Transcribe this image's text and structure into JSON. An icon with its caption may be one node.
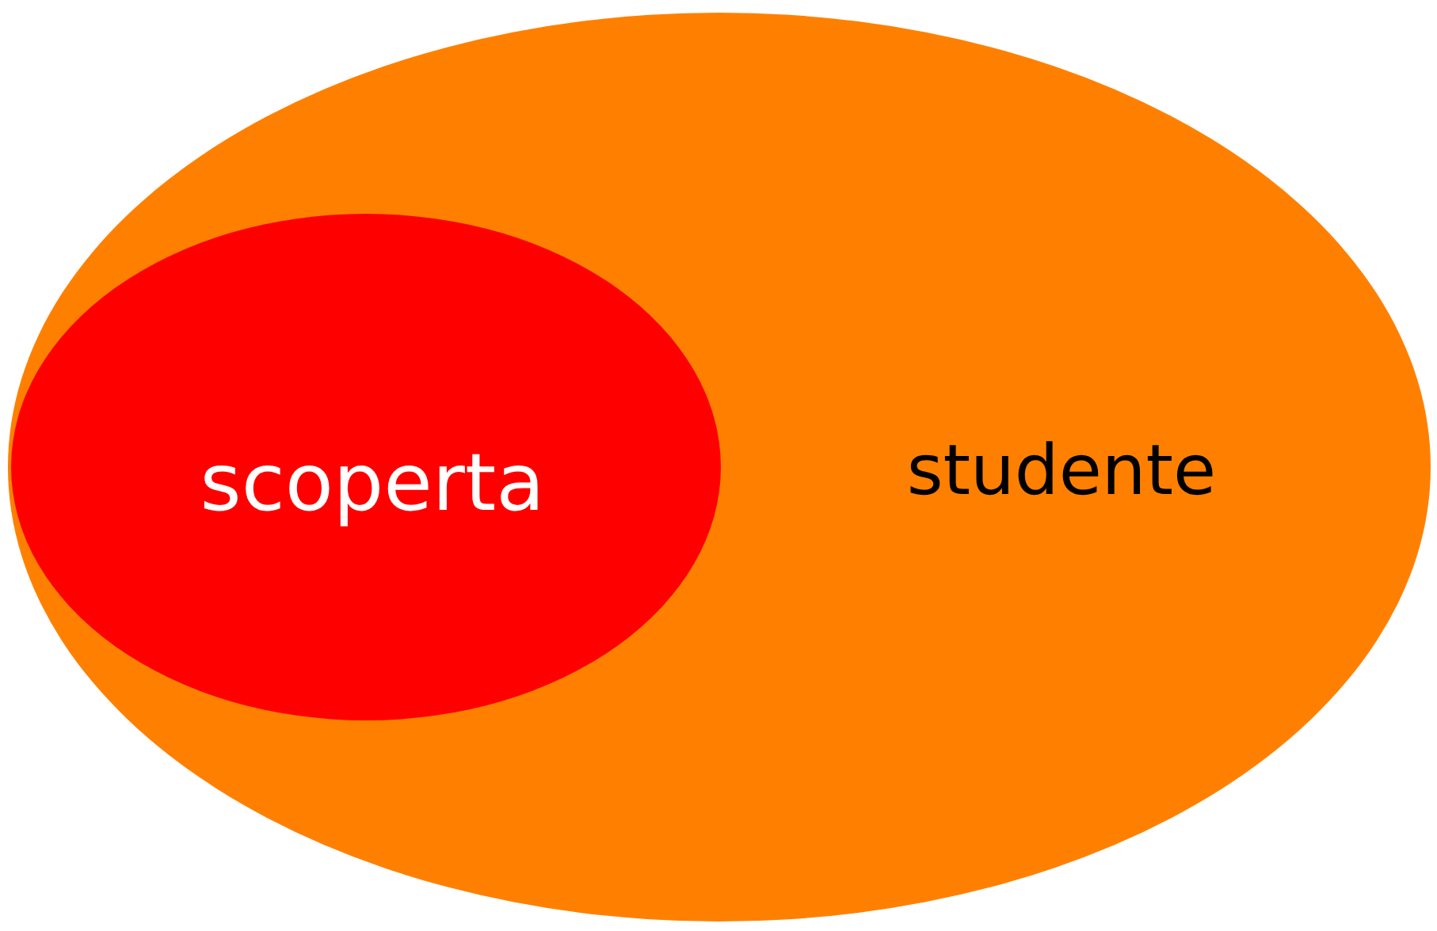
{
  "diagram": {
    "nodes": [
      {
        "text": [
          "studente"
        ]
      },
      {
        "text": [
          "scoperta"
        ],
        "in": 0
      }
    ]
  }
}
